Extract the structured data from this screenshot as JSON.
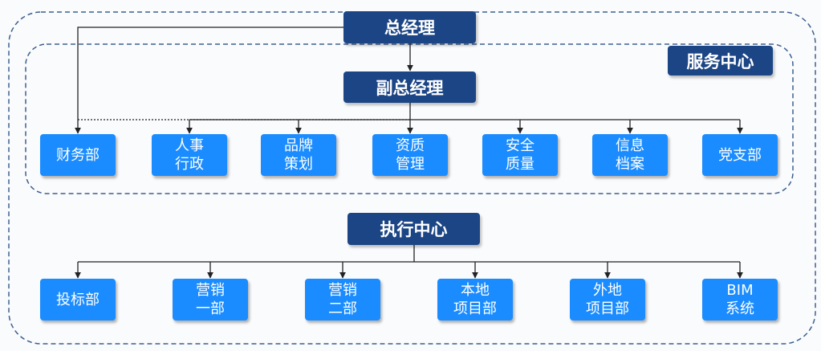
{
  "top": {
    "gm": "总经理"
  },
  "service": {
    "title": "服务中心",
    "deputy": "副总经理",
    "depts": [
      "财务部",
      "人事\n行政",
      "品牌\n策划",
      "资质\n管理",
      "安全\n质量",
      "信息\n档案",
      "党支部"
    ]
  },
  "exec": {
    "title": "执行中心",
    "depts": [
      "投标部",
      "营销\n一部",
      "营销\n二部",
      "本地\n项目部",
      "外地\n项目部",
      "BIM\n系统"
    ]
  },
  "colors": {
    "dark_box": "#1c4585",
    "dept_box": "#1a8cff",
    "dashed_border": "#3d5f8f",
    "connector": "#222222"
  }
}
